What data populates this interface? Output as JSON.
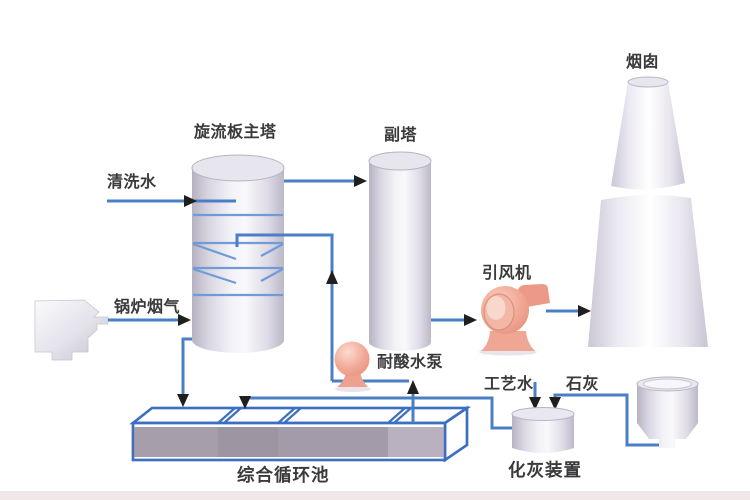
{
  "diagram": {
    "title": "flue-gas-desulfurization-process-diagram",
    "labels": {
      "main_tower": "旋流板主塔",
      "aux_tower": "副塔",
      "chimney": "烟囱",
      "cleaning_water": "清洗水",
      "boiler_flue_gas": "锅炉烟气",
      "induced_draft_fan": "引风机",
      "acid_resistant_pump": "耐酸水泵",
      "process_water": "工艺水",
      "lime": "石灰",
      "circulation_pool": "综合循环池",
      "lime_slaking_device": "化灰装置"
    },
    "colors": {
      "pipe_blue": "#4b7fc5",
      "pipe_light_blue": "#6f9bd6",
      "pool_outline_blue": "#3d6fc0",
      "arrow_dark": "#1f1f1f",
      "equipment_salmon": "#ee9c8a",
      "vessel_gray": "#d6d3de",
      "label_text": "#3a3a3c",
      "background": "#ffffff",
      "pool_sections": [
        "#a79eab",
        "#9e95a3",
        "#a49baa",
        "#b9b0c0"
      ]
    }
  }
}
